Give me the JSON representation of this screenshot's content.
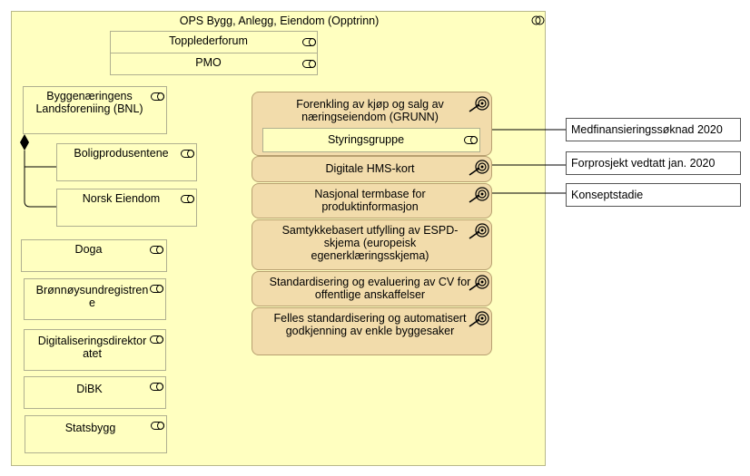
{
  "container": {
    "title": "OPS Bygg, Anlegg, Eiendom (Opptrinn)"
  },
  "roles": {
    "topplederforum": "Topplederforum",
    "pmo": "PMO",
    "bnl": "Byggenæringens Landsforeniing (BNL)",
    "boligprodusentene": "Boligprodusentene",
    "norsk_eiendom": "Norsk Eiendom",
    "doga": "Doga",
    "bronnoysund": "Brønnøysundregistrene",
    "digitaliseringsdirektoratet": "Digitaliseringsdirektoratet",
    "dibk": "DiBK",
    "statsbygg": "Statsbygg",
    "styringsgruppe": "Styringsgruppe"
  },
  "goals": {
    "forenkling": "Forenkling av kjøp og salg av næringseiendom (GRUNN)",
    "hms": "Digitale HMS-kort",
    "termbase": "Nasjonal termbase for produktinformasjon",
    "espd": "Samtykkebasert utfylling av ESPD-skjema (europeisk egenerklæringsskjema)",
    "cv": "Standardisering og evaluering av CV for offentlige anskaffelser",
    "felles": "Felles standardisering og automatisert godkjenning av enkle byggesaker"
  },
  "notes": {
    "medfinansiering": "Medfinansieringssøknad 2020",
    "forprosjekt": "Forprosjekt vedtatt jan. 2020",
    "konseptstadie": "Konseptstadie"
  },
  "colors": {
    "container": "#ffffc0",
    "goal": "#f2dcab",
    "border": "#b0b090"
  },
  "icons": {
    "role": "role-icon",
    "goal": "goal-icon",
    "collaboration": "collaboration-icon"
  }
}
